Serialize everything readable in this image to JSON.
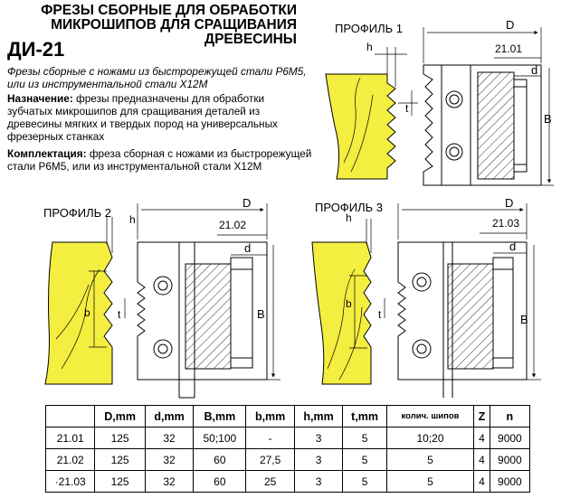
{
  "header": {
    "title_lines": [
      "ФРЕЗЫ СБОРНЫЕ ДЛЯ ОБРАБОТКИ",
      "МИКРОШИПОВ ДЛЯ СРАЩИВАНИЯ",
      "ДРЕВЕСИНЫ"
    ],
    "model": "ДИ-21"
  },
  "description": {
    "lines": [
      "Фрезы сборные с ножами из быстрорежущей стали Р6М5,",
      "или из инструментальной стали Х12М"
    ]
  },
  "purpose": {
    "label": "Назначение:",
    "text": " фрезы предназначены для обработки зубчатых микрошипов для сращивания деталей из древесины мягких и твердых пород на универсальных фрезерных станках"
  },
  "kit": {
    "label": "Комплектация:",
    "text": " фреза сборная с ножами из быстрорежущей стали Р6М5, или из инструментальной стали Х12М"
  },
  "profiles": [
    {
      "label": "ПРОФИЛЬ 1",
      "code": "21.01"
    },
    {
      "label": "ПРОФИЛЬ 2",
      "code": "21.02"
    },
    {
      "label": "ПРОФИЛЬ 3",
      "code": "21.03"
    }
  ],
  "dims": {
    "D": "D",
    "d": "d",
    "B": "B",
    "b": "b",
    "h": "h",
    "t": "t"
  },
  "colors": {
    "wood": "#f4ee40",
    "line": "#000000",
    "paper": "#ffffff"
  },
  "table": {
    "headers": [
      "",
      "D,mm",
      "d,mm",
      "B,mm",
      "b,mm",
      "h,mm",
      "t,mm",
      "колич. шипов",
      "Z",
      "n"
    ],
    "rows": [
      [
        "21.01",
        "125",
        "32",
        "50;100",
        "-",
        "3",
        "5",
        "10;20",
        "4",
        "9000"
      ],
      [
        "21.02",
        "125",
        "32",
        "60",
        "27,5",
        "3",
        "5",
        "5",
        "4",
        "9000"
      ],
      [
        "·21.03",
        "125",
        "32",
        "60",
        "25",
        "3",
        "5",
        "5",
        "4",
        "9000"
      ]
    ]
  }
}
